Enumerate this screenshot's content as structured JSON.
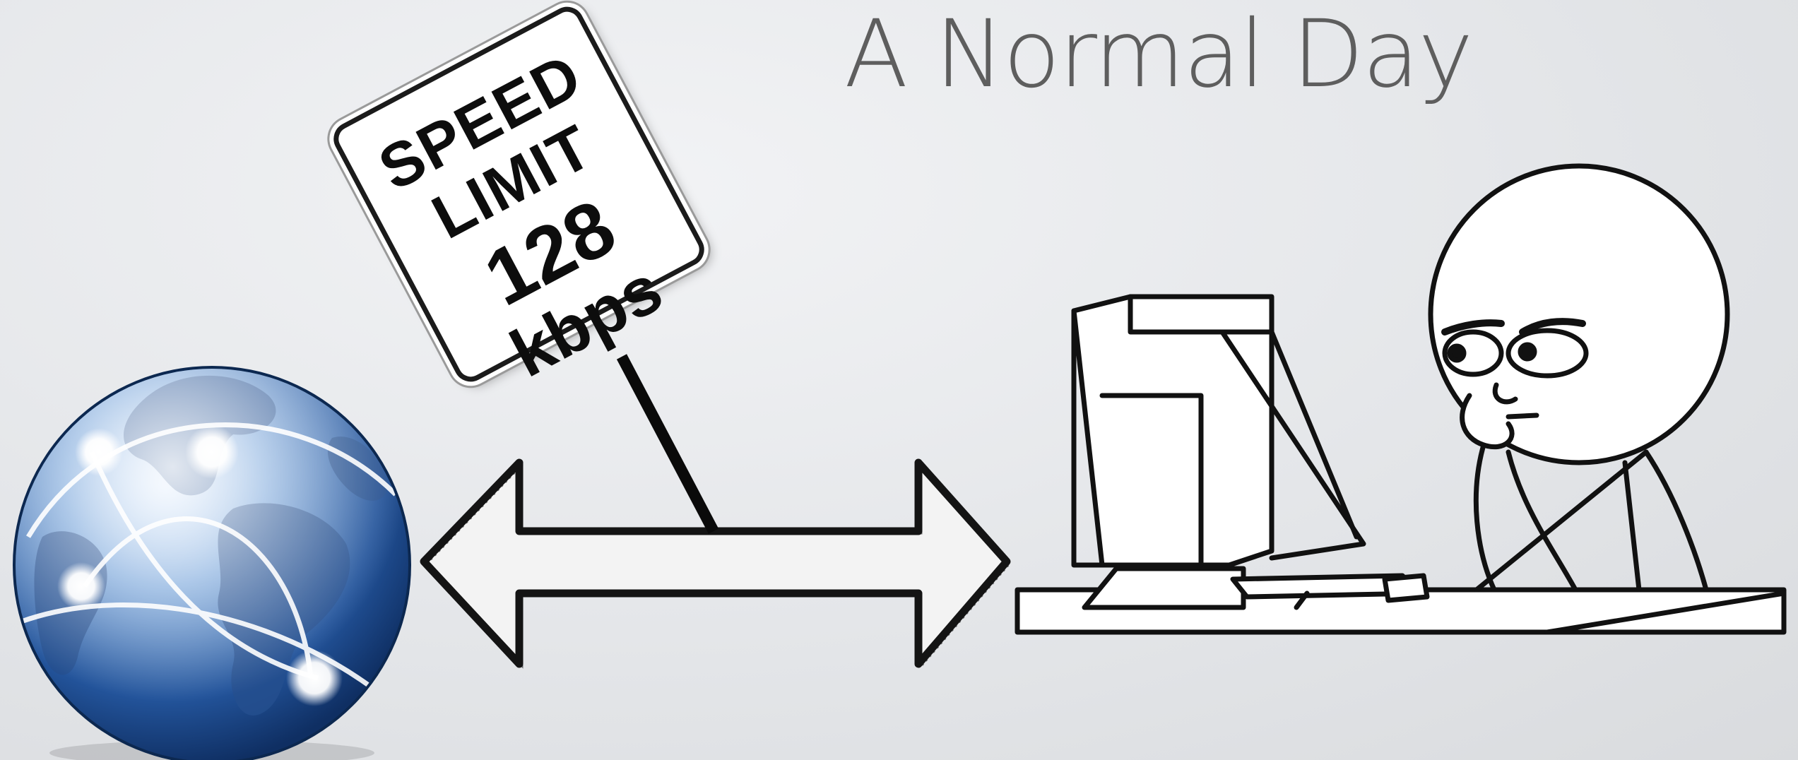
{
  "slide": {
    "title": "A Normal Day"
  },
  "sign": {
    "line1": "SPEED",
    "line2": "LIMIT",
    "number": "128",
    "unit": "kbps"
  },
  "icons": {
    "globe": "network-globe-icon",
    "arrow": "double-headed-arrow",
    "person": "rage-comic-computer-guy"
  },
  "colors": {
    "background": "#e4e6e9",
    "title": "#5e5e5e",
    "globe_blue": "#2a5fa6",
    "ink": "#111111"
  }
}
